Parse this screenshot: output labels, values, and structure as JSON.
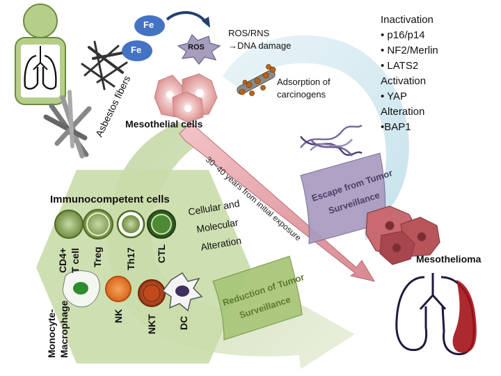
{
  "colors": {
    "hexagon": "#c9dba8",
    "arrow_green": "#b6cd8f",
    "arrow_blue": "#cde6ee",
    "banner_purple": "#a99bbf",
    "banner_green": "#a9c77a",
    "iron": "#4472c4",
    "ros_star": "#a79dbd",
    "diagonal_arrow": "#e8a9ae",
    "mesothelial_cells": "#e39f9f",
    "tumor": "#b8555b",
    "lung_lesion": "#a3121a",
    "person": "#b5cf8a"
  },
  "labels": {
    "fe_1": "Fe",
    "fe_2": "Fe",
    "ros": "ROS",
    "ros_rns": "ROS/RNS",
    "dna_damage": "→DNA damage",
    "asbestos_fibers": "Asbestos fibers",
    "adsorption_1": "Adsorption of",
    "adsorption_2": "carcinogens",
    "mesothelial_cells": "Mesothelial cells",
    "exposure_arrow": "30~40 years from initial exposure",
    "escape_1": "Escape from Tumor",
    "escape_2": "Surveillance",
    "reduction_1": "Reduction of Tumor",
    "reduction_2": "Surveillance",
    "cellular_1": "Cellular and",
    "cellular_2": "Molecular",
    "cellular_3": "Alteration",
    "mesothelioma": "Mesothelioma",
    "immunocompetent": "Immunocompetent cells"
  },
  "genes": {
    "inactivation": "Inactivation",
    "inact_items": [
      "• p16/p14",
      "• NF2/Merlin",
      "• LATS2"
    ],
    "activation": "Activation",
    "act_items": [
      "• YAP"
    ],
    "alteration": "Alteration",
    "alt_items": [
      "•BAP1"
    ]
  },
  "immune_cells": {
    "cd4_1": "CD4+",
    "cd4_2": "T cell",
    "treg": "Treg",
    "th17": "Th17",
    "ctl": "CTL",
    "mono_1": "Monocyte-",
    "mono_2": "Macrophage",
    "nk": "NK",
    "nkt": "NKT",
    "dc": "DC"
  }
}
